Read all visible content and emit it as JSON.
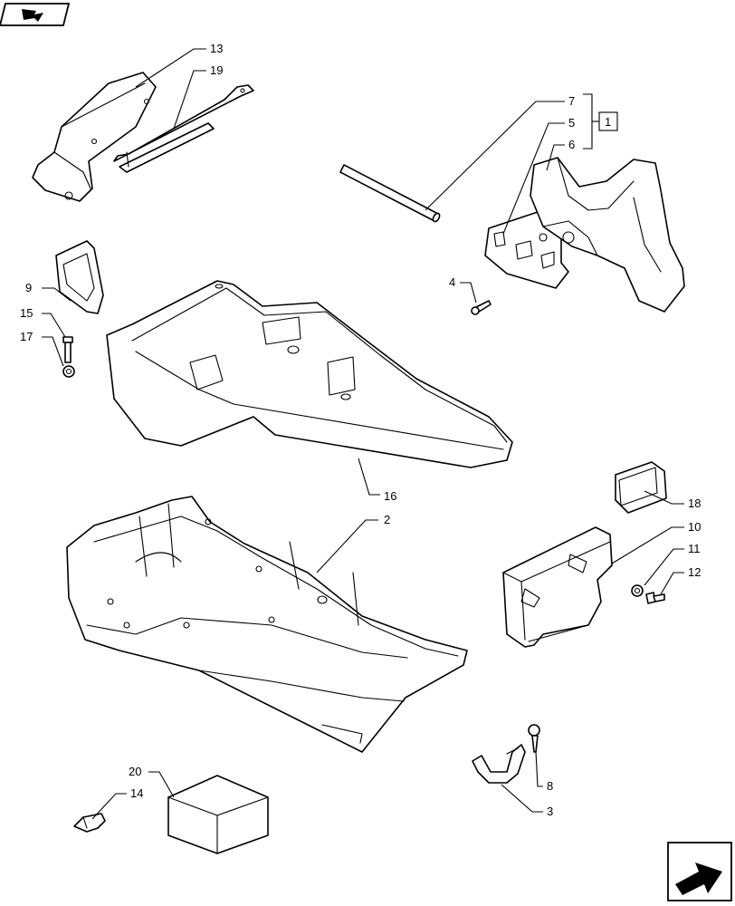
{
  "callouts": {
    "c1": "1",
    "c2": "2",
    "c3": "3",
    "c4": "4",
    "c5": "5",
    "c6": "6",
    "c7": "7",
    "c8": "8",
    "c9": "9",
    "c10": "10",
    "c11": "11",
    "c12": "12",
    "c13": "13",
    "c14": "14",
    "c15": "15",
    "c16": "16",
    "c17": "17",
    "c18": "18",
    "c19": "19",
    "c20": "20"
  },
  "icons": {
    "top_left": "parts-catalog-forward-icon",
    "bottom_right": "next-page-arrow-icon"
  },
  "colors": {
    "line": "#000000",
    "background": "#ffffff"
  }
}
